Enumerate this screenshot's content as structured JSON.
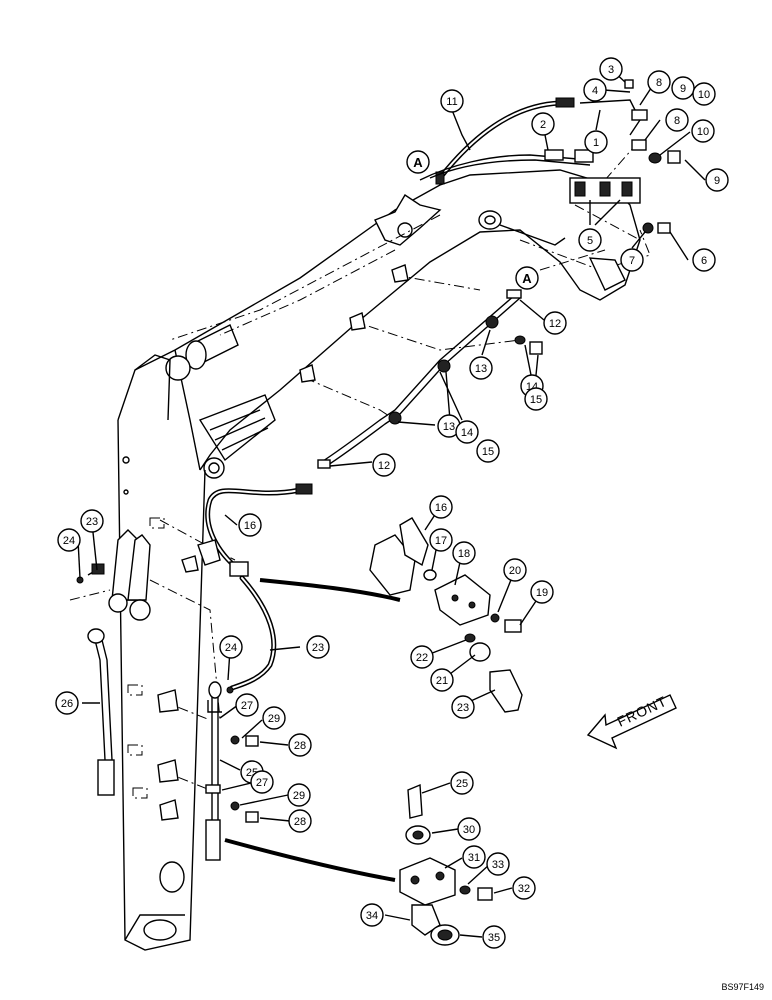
{
  "drawing_code": "BS97F149",
  "front_label": "FRONT",
  "reference_label": "A",
  "callouts": {
    "c1": "1",
    "c2": "2",
    "c3": "3",
    "c4": "4",
    "c5": "5",
    "c6": "6",
    "c7": "7",
    "c8a": "8",
    "c8b": "8",
    "c9a": "9",
    "c9b": "9",
    "c10a": "10",
    "c10b": "10",
    "c11": "11",
    "c12a": "12",
    "c12b": "12",
    "c13a": "13",
    "c13b": "13",
    "c14a": "14",
    "c14b": "14",
    "c15a": "15",
    "c15b": "15",
    "c16a": "16",
    "c16b": "16",
    "c17": "17",
    "c18": "18",
    "c19": "19",
    "c20": "20",
    "c21": "21",
    "c22": "22",
    "c23a": "23",
    "c23b": "23",
    "c23c": "23",
    "c24a": "24",
    "c24b": "24",
    "c25a": "25",
    "c25b": "25",
    "c26": "26",
    "c27a": "27",
    "c27b": "27",
    "c28a": "28",
    "c28b": "28",
    "c29a": "29",
    "c29b": "29",
    "c30": "30",
    "c31": "31",
    "c32": "32",
    "c33": "33",
    "c34": "34",
    "c35": "35"
  }
}
